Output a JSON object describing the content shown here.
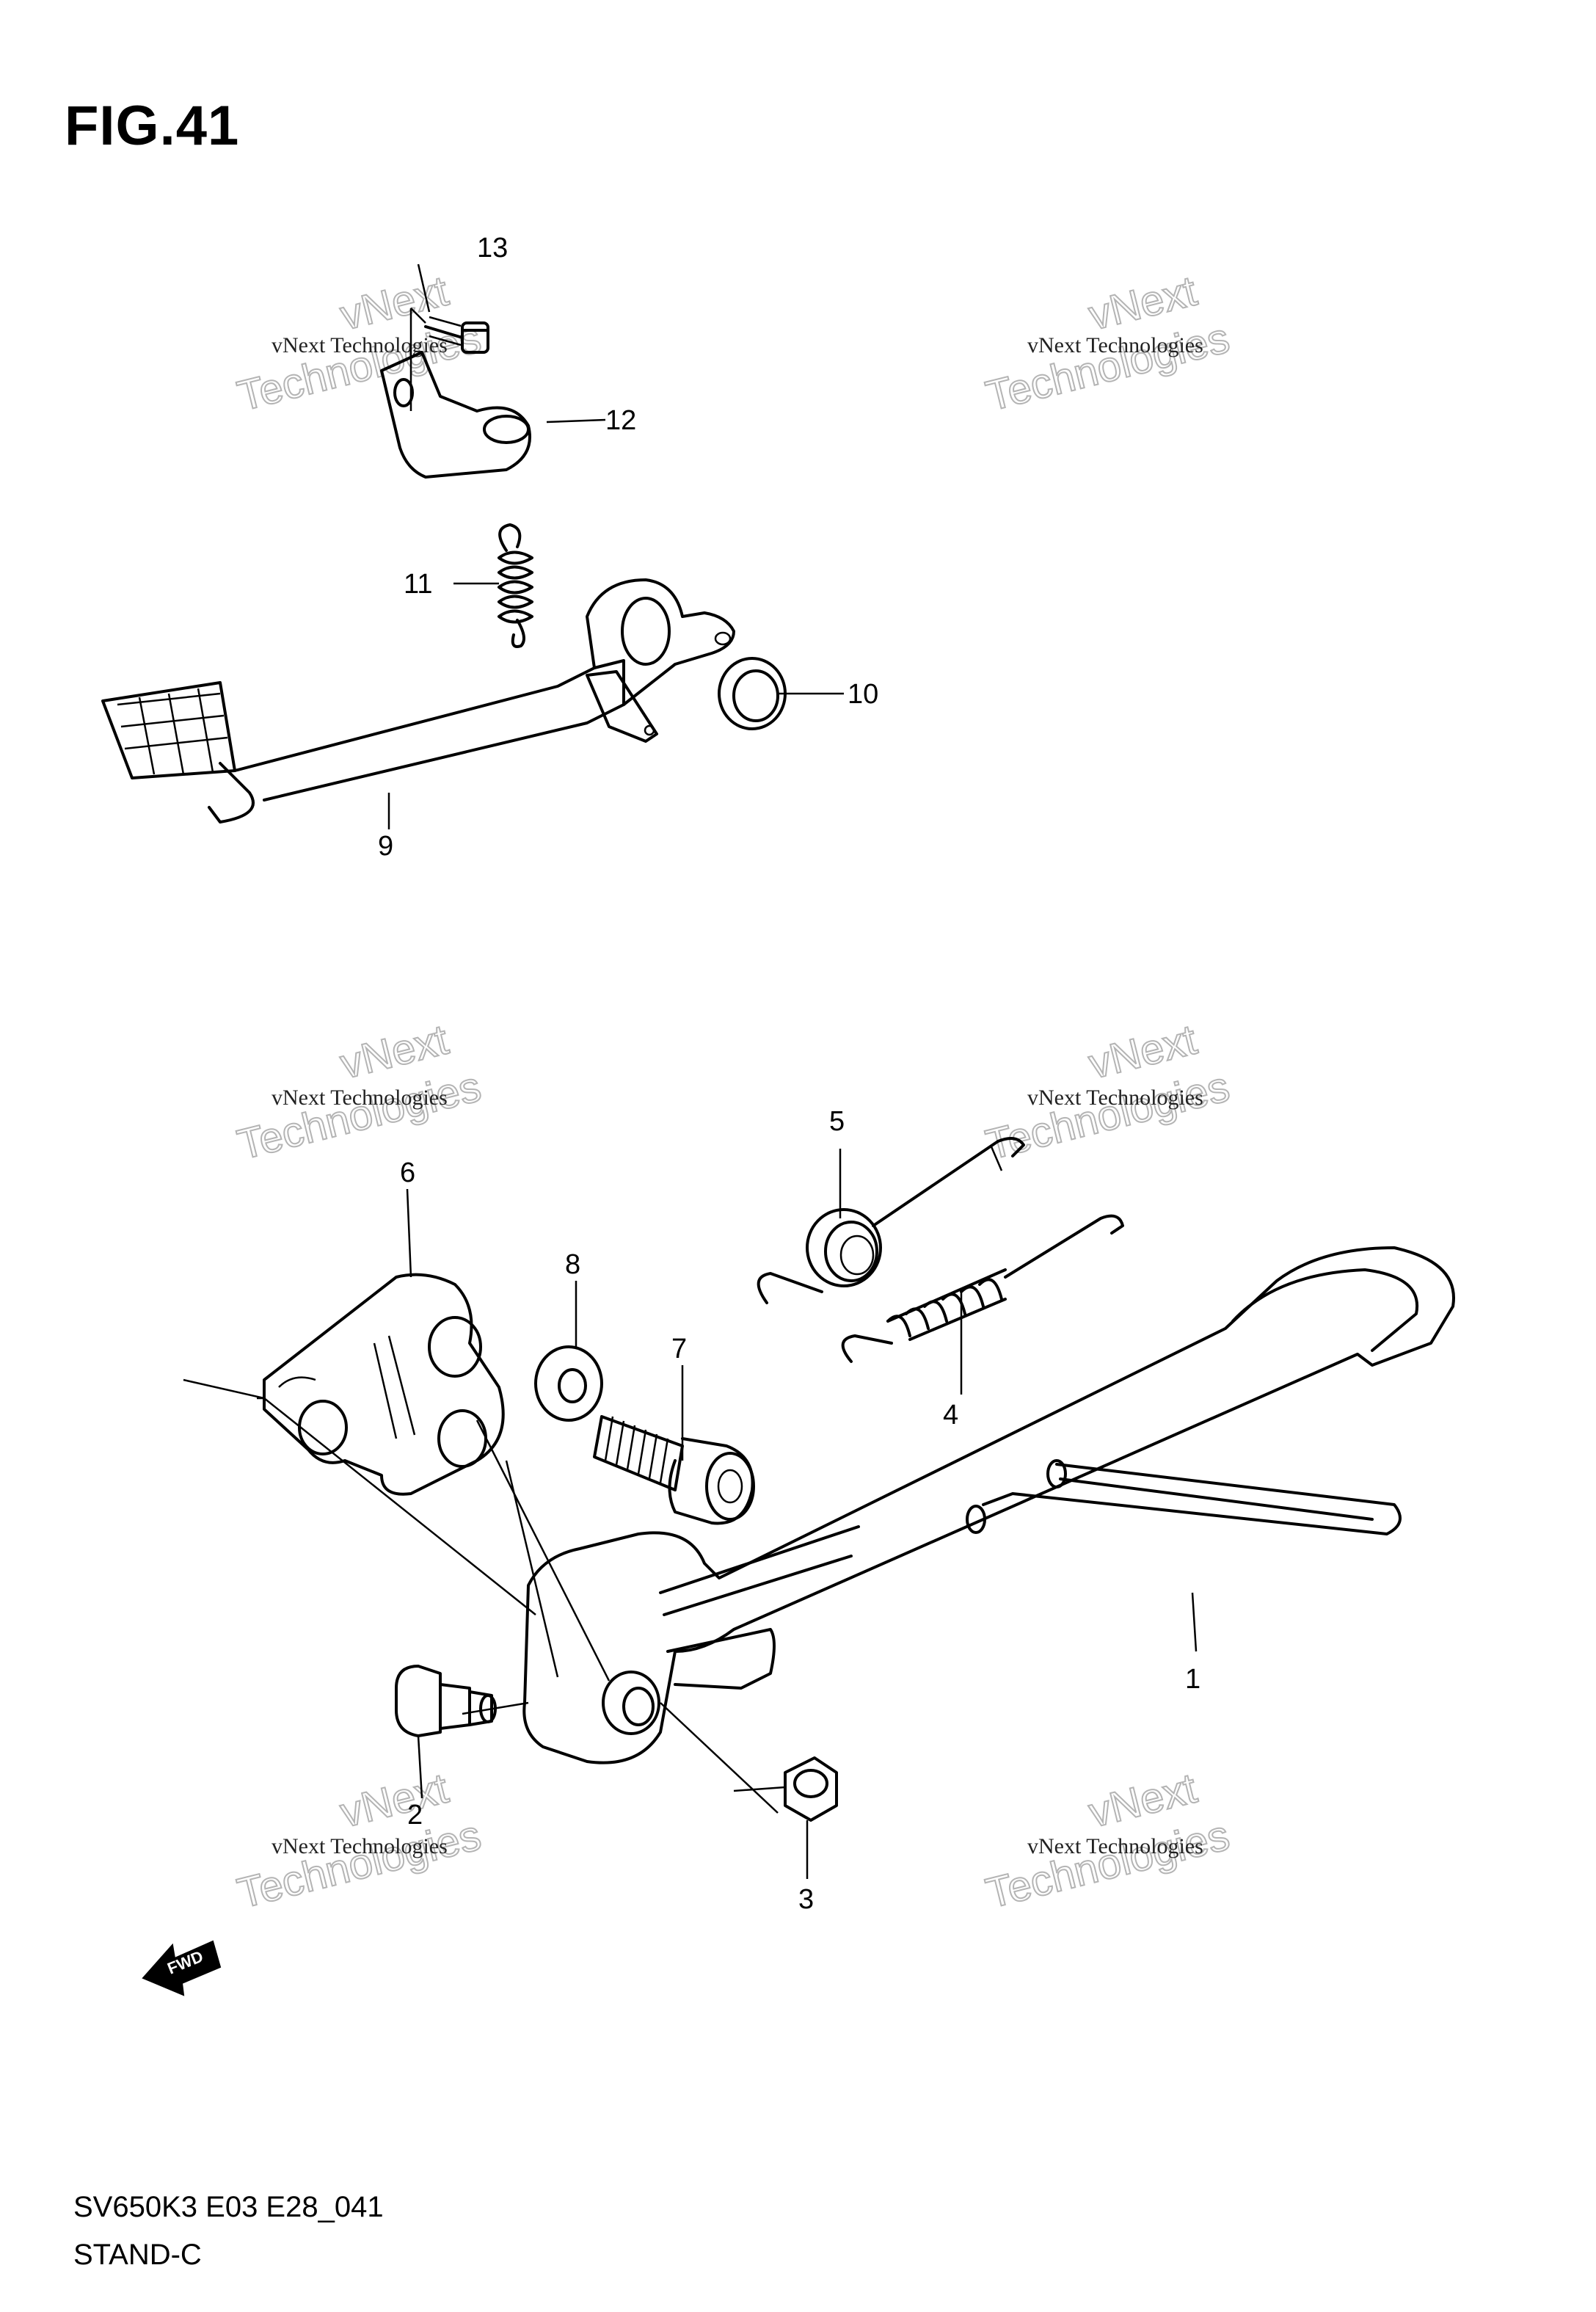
{
  "figure": {
    "title": "FIG.41",
    "model_code": "SV650K3 E03 E28_041",
    "group_name": "STAND-C",
    "fwd_label": "FWD"
  },
  "callouts": [
    "1",
    "2",
    "3",
    "4",
    "5",
    "6",
    "7",
    "8",
    "9",
    "10",
    "11",
    "12",
    "13"
  ],
  "watermark": {
    "line1": "vNext Technologies",
    "line2_top": "vNext",
    "line2_bottom": "Technologies"
  }
}
